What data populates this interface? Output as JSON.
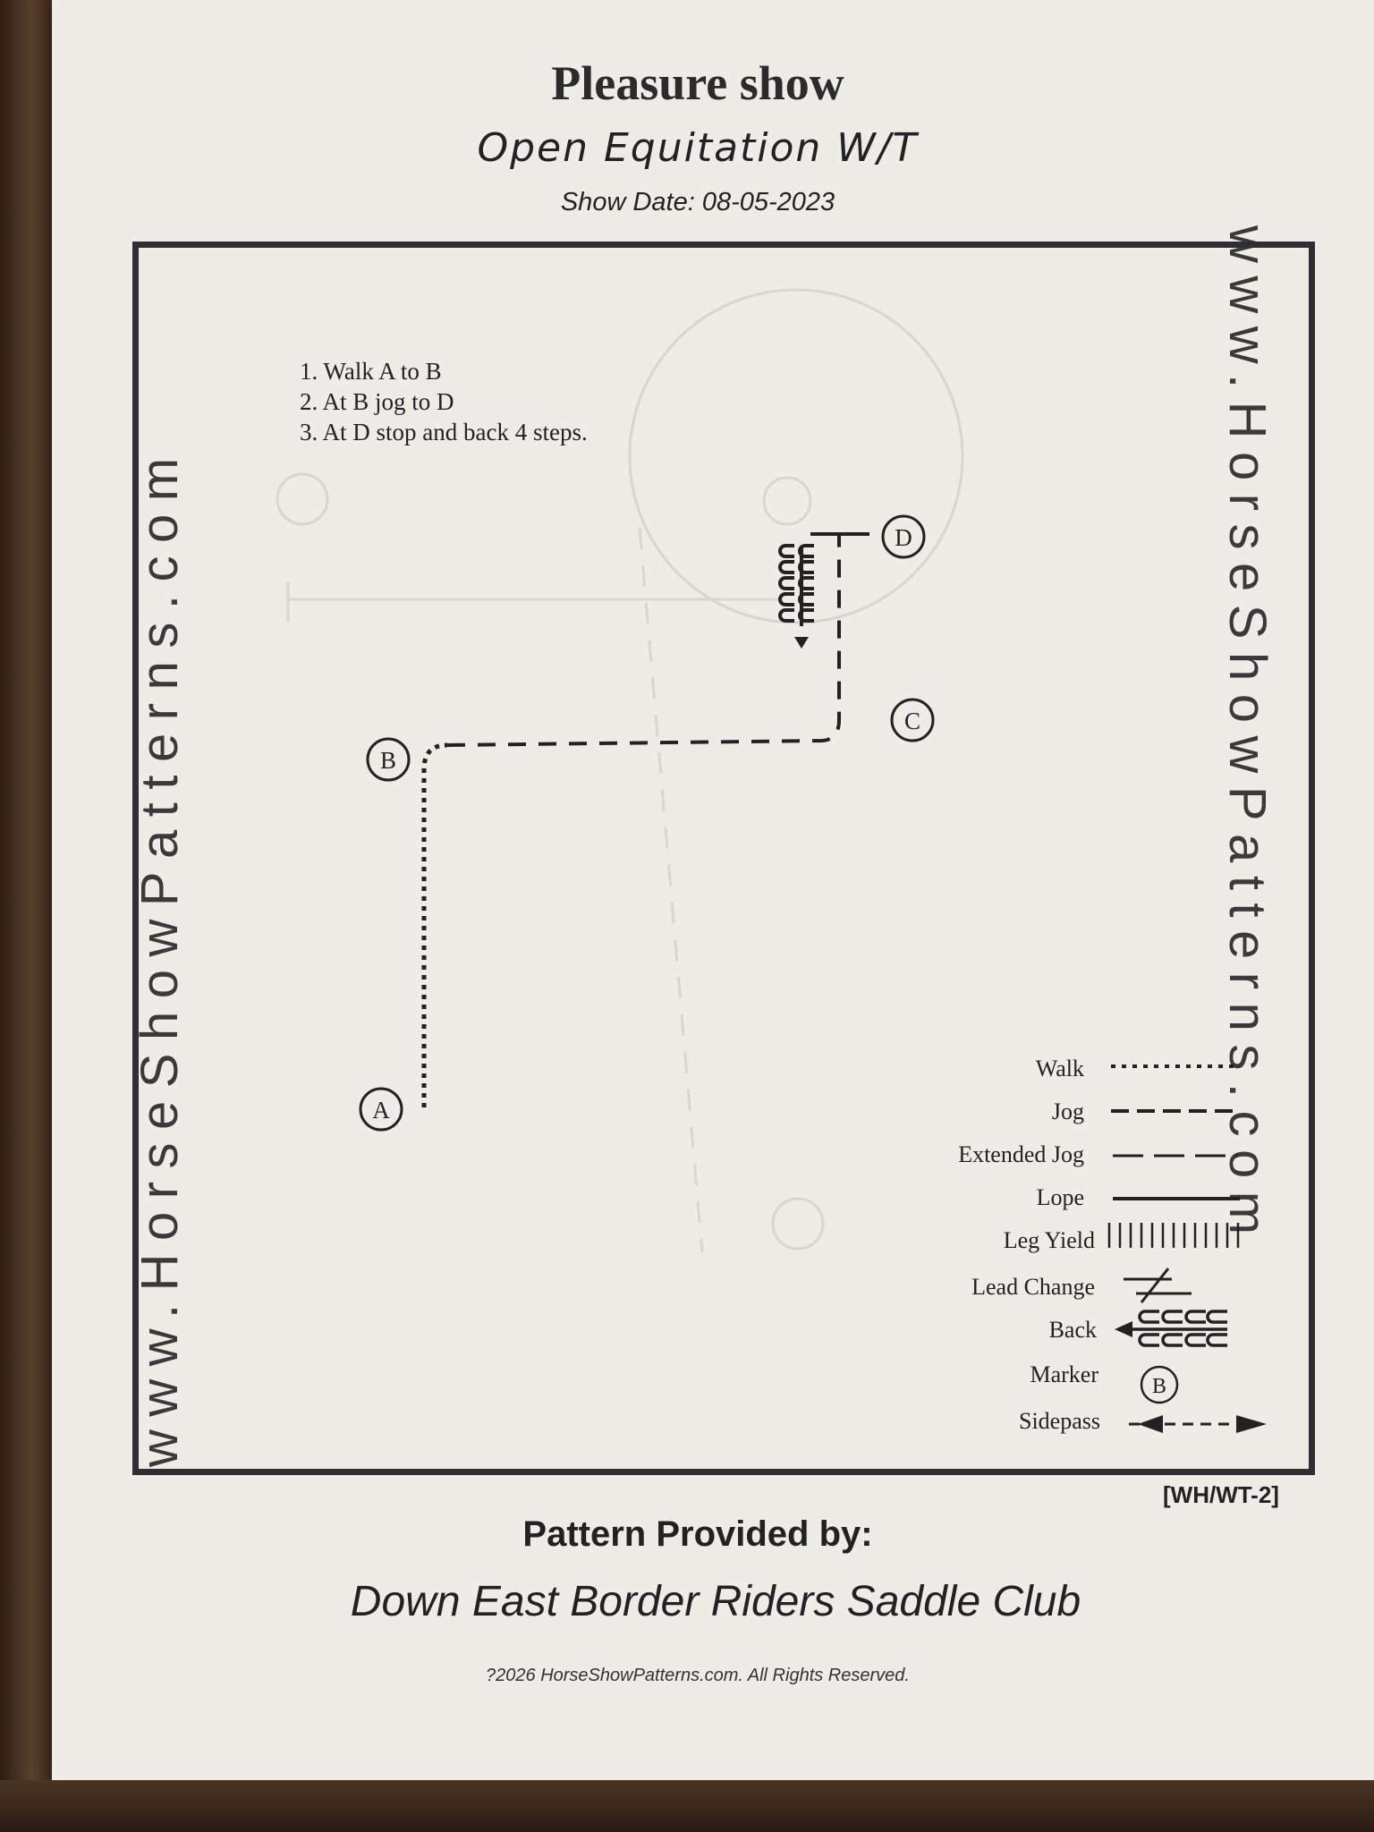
{
  "header": {
    "title": "Pleasure show",
    "class_name": "Open Equitation W/T",
    "show_date": "Show Date: 08-05-2023"
  },
  "watermark": {
    "left": "www.HorseShowPatterns.com",
    "right": "www.HorseShowPatterns.com"
  },
  "steps": [
    "1. Walk A to B",
    "2. At B jog to D",
    "3. At D stop and back 4 steps."
  ],
  "markers": {
    "a": "A",
    "b": "B",
    "c": "C",
    "d": "D"
  },
  "legend": {
    "walk": "Walk",
    "jog": "Jog",
    "extended_jog": "Extended Jog",
    "lope": "Lope",
    "leg_yield": "Leg Yield",
    "lead_change": "Lead Change",
    "back": "Back",
    "marker": "Marker",
    "marker_symbol": "B",
    "sidepass": "Sidepass"
  },
  "footer": {
    "pattern_code": "[WH/WT-2]",
    "provided_by": "Pattern Provided by:",
    "club": "Down East Border Riders Saddle Club",
    "copyright": "?2026 HorseShowPatterns.com. All Rights Reserved."
  },
  "colors": {
    "ink": "#222222",
    "paper": "#eeece7",
    "faint": "#d6d4cf"
  }
}
